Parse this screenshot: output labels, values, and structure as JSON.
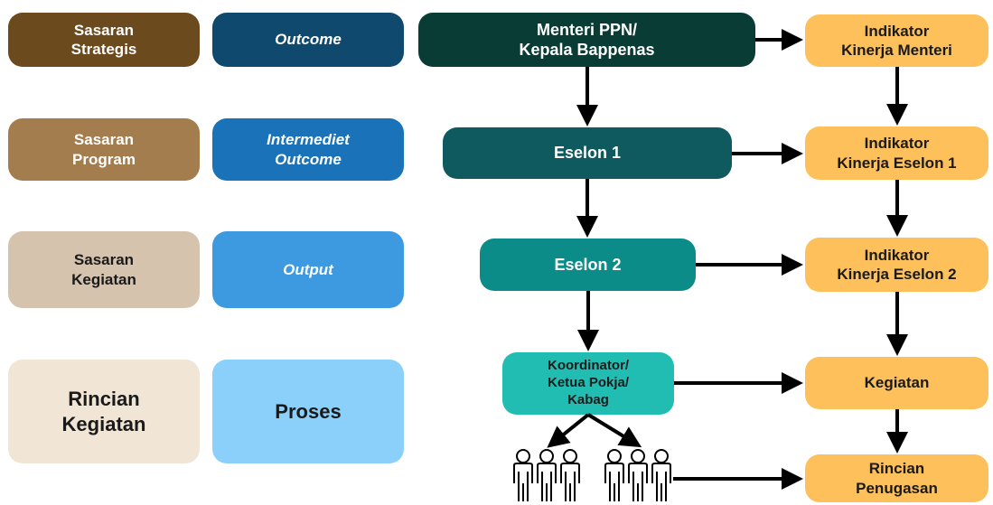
{
  "left_column": {
    "levels": [
      {
        "sasaran": "Sasaran\nStrategis",
        "result": "Outcome",
        "colors": {
          "sasaran": "#6b4a1e",
          "result": "#0f4a6e"
        }
      },
      {
        "sasaran": "Sasaran\nProgram",
        "result": "Intermediet\nOutcome",
        "colors": {
          "sasaran": "#a47d4e",
          "result": "#1a72b8"
        }
      },
      {
        "sasaran": "Sasaran\nKegiatan",
        "result": "Output",
        "colors": {
          "sasaran": "#d6c3ad",
          "result": "#3d9ae0"
        }
      },
      {
        "sasaran": "Rincian\nKegiatan",
        "result": "Proses",
        "colors": {
          "sasaran": "#f1e5d6",
          "result": "#8ad0fa"
        }
      }
    ]
  },
  "hierarchy": {
    "menteri": "Menteri PPN/\nKepala Bappenas",
    "eselon1": "Eselon 1",
    "eselon2": "Eselon 2",
    "koordinator": "Koordinator/\nKetua Pokja/\nKabag",
    "colors": {
      "menteri": "#0a3c36",
      "eselon1": "#0e5a5e",
      "eselon2": "#0c8c88",
      "koordinator": "#21bdb2"
    }
  },
  "indicators": {
    "menteri": "Indikator\nKinerja Menteri",
    "eselon1": "Indikator\nKinerja Eselon 1",
    "eselon2": "Indikator\nKinerja Eselon 2",
    "kegiatan": "Kegiatan",
    "rincian": "Rincian\nPenugasan",
    "color": "#fdc05a"
  },
  "icons": [
    "people-group-icon",
    "people-group-icon"
  ]
}
